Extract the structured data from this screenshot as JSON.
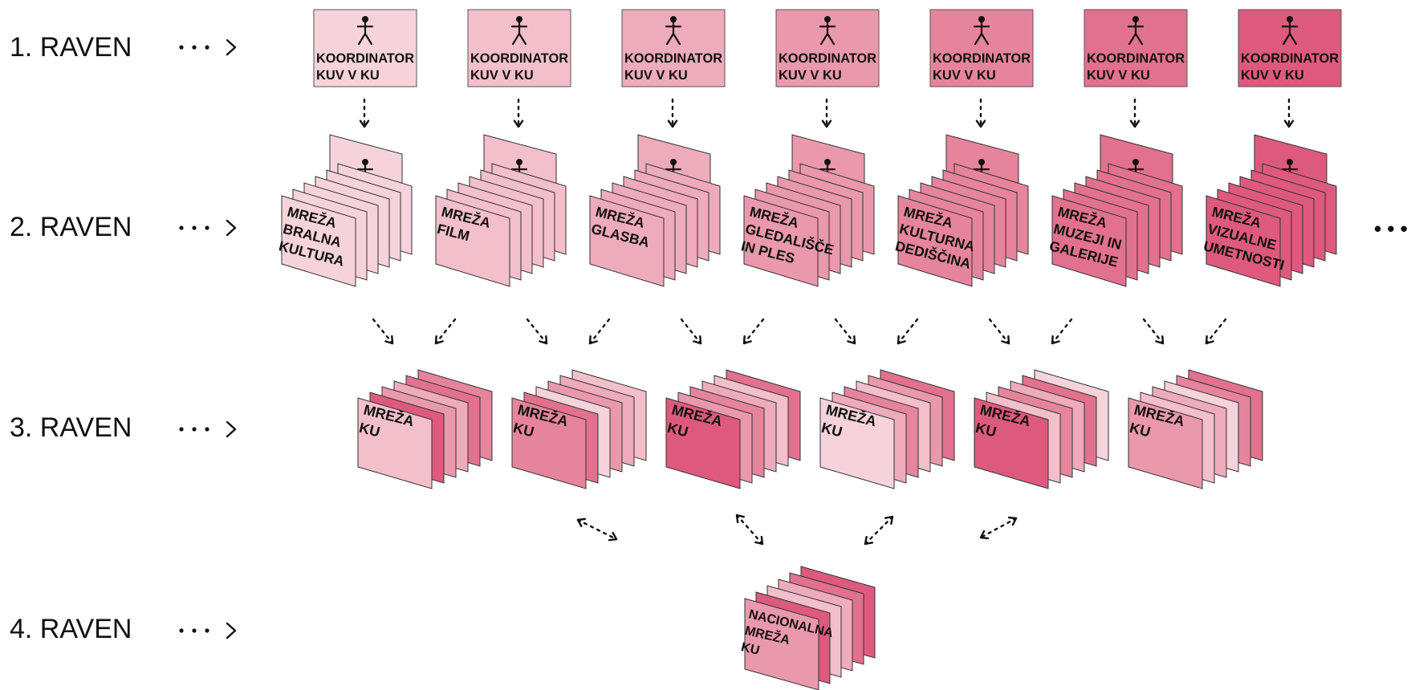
{
  "levels": [
    {
      "label": "1. RAVEN"
    },
    {
      "label": "2. RAVEN"
    },
    {
      "label": "3. RAVEN"
    },
    {
      "label": "4. RAVEN"
    }
  ],
  "colors": {
    "shades": [
      "#f6d3da",
      "#f2bfcb",
      "#eeabbb",
      "#ea98ac",
      "#e6849c",
      "#e2718d",
      "#dd5a7d"
    ],
    "stroke": "#333333",
    "text": "#111111"
  },
  "coordinators": [
    {
      "line1": "KOORDINATOR",
      "line2": "KUV V KU",
      "icon": "person-icon"
    },
    {
      "line1": "KOORDINATOR",
      "line2": "KUV V KU",
      "icon": "person-icon"
    },
    {
      "line1": "KOORDINATOR",
      "line2": "KUV V KU",
      "icon": "person-icon"
    },
    {
      "line1": "KOORDINATOR",
      "line2": "KUV V KU",
      "icon": "person-icon"
    },
    {
      "line1": "KOORDINATOR",
      "line2": "KUV V KU",
      "icon": "person-icon"
    },
    {
      "line1": "KOORDINATOR",
      "line2": "KUV V KU",
      "icon": "person-icon"
    },
    {
      "line1": "KOORDINATOR",
      "line2": "KUV V KU",
      "icon": "person-icon"
    }
  ],
  "networks_level2": [
    {
      "lines": [
        "MREŽA",
        "BRALNA",
        "KULTURA"
      ]
    },
    {
      "lines": [
        "MREŽA",
        "FILM"
      ]
    },
    {
      "lines": [
        "MREŽA",
        "GLASBA"
      ]
    },
    {
      "lines": [
        "MREŽA",
        "GLEDALIŠČE",
        "IN PLES"
      ]
    },
    {
      "lines": [
        "MREŽA",
        "KULTURNA",
        "DEDIŠČINA"
      ]
    },
    {
      "lines": [
        "MREŽA",
        "MUZEJI IN",
        "GALERIJE"
      ]
    },
    {
      "lines": [
        "MREŽA",
        "VIZUALNE",
        "UMETNOSTI"
      ]
    }
  ],
  "networks_level3": [
    {
      "lines": [
        "MREŽA",
        "KU"
      ]
    },
    {
      "lines": [
        "MREŽA",
        "KU"
      ]
    },
    {
      "lines": [
        "MREŽA",
        "KU"
      ]
    },
    {
      "lines": [
        "MREŽA",
        "KU"
      ]
    },
    {
      "lines": [
        "MREŽA",
        "KU"
      ]
    },
    {
      "lines": [
        "MREŽA",
        "KU"
      ]
    }
  ],
  "network_level4": {
    "lines": [
      "NACIONALNA",
      "MREŽA",
      "KU"
    ]
  },
  "continuation": "• • •"
}
